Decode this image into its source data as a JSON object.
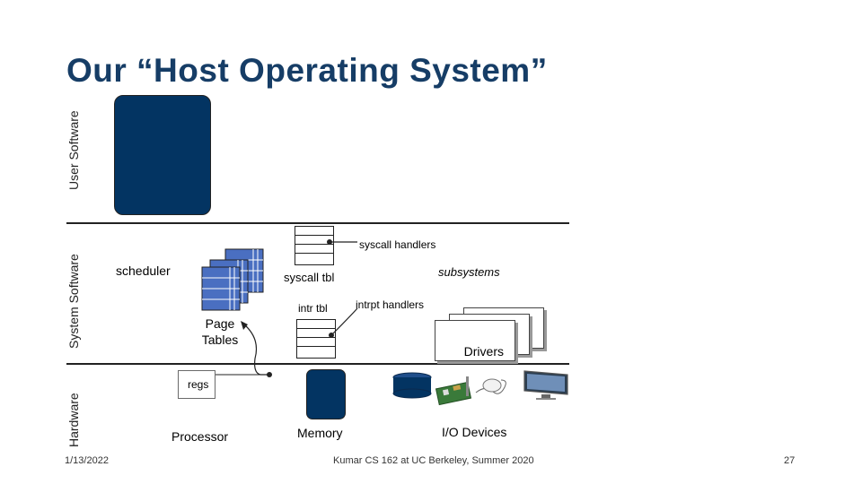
{
  "slide": {
    "title": "Our “Host Operating System”",
    "layers": {
      "user_software": "User Software",
      "system_software": "System Software",
      "hardware": "Hardware"
    },
    "labels": {
      "scheduler": "scheduler",
      "page_tables": "Page Tables",
      "syscall_handlers": "syscall handlers",
      "syscall_tbl": "syscall tbl",
      "subsystems": "subsystems",
      "intr_tbl": "intr tbl",
      "intrpt_handlers": "intrpt handlers",
      "drivers": "Drivers",
      "regs": "regs",
      "processor": "Processor",
      "memory": "Memory",
      "io_devices": "I/O Devices"
    },
    "footer": {
      "date": "1/13/2022",
      "credit": "Kumar CS 162 at UC Berkeley, Summer 2020",
      "page": "27"
    },
    "colors": {
      "title": "#163d66",
      "block_dark": "#033462",
      "page_table_fill": "#4a6fc1"
    }
  }
}
